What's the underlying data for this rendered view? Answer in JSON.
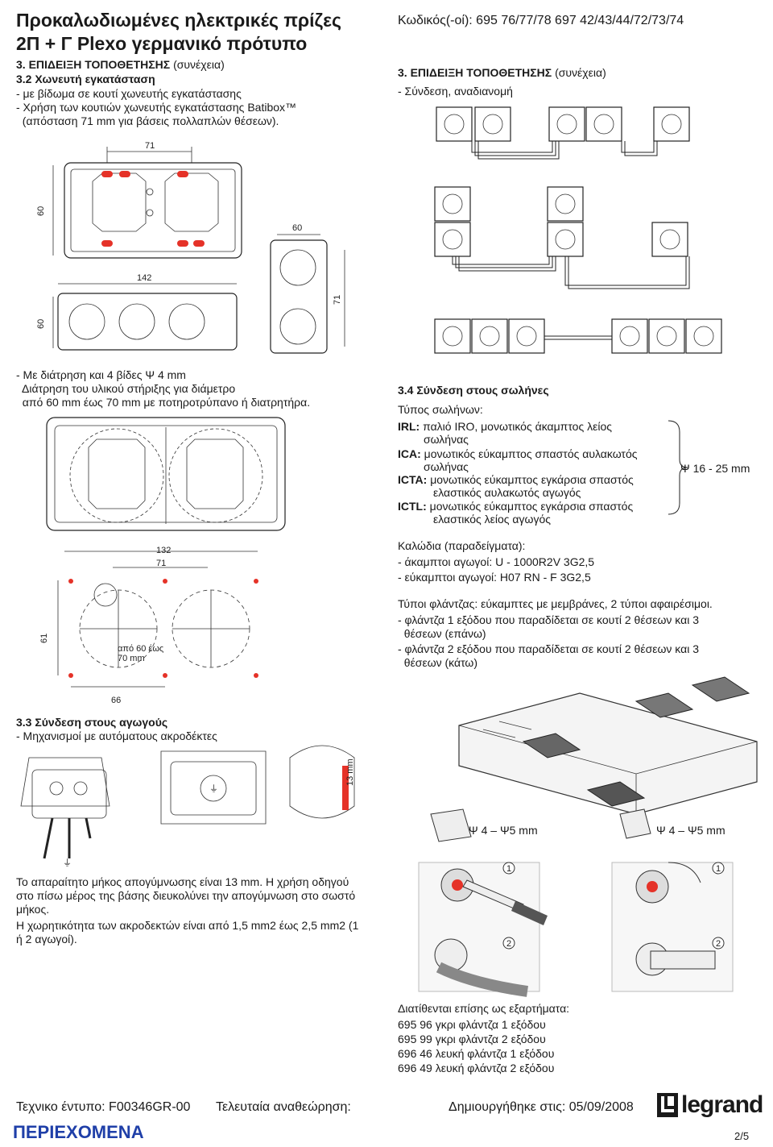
{
  "header": {
    "title_line1": "Προκαλωδιωμένες ηλεκτρικές πρίζες",
    "title_line2": "2Π + Γ Plexo γερμανικό πρότυπο",
    "codes": "Κωδικός(-οί): 695 76/77/78   697 42/43/44/72/73/74"
  },
  "left": {
    "sec3_title": "3. ΕΠΙΔΕΙΞΗ ΤΟΠΟΘΕΤΗΣΗΣ",
    "sec3_cont": "(συνέχεια)",
    "sec32_title": "3.2 Χωνευτή εγκατάσταση",
    "sec32_lines": [
      "- με βίδωμα σε κουτί χωνευτής εγκατάστασης",
      "- Χρήση των κουτιών χωνευτής εγκατάστασης Batibox™",
      "  (απόσταση 71 mm για βάσεις πολλαπλών θέσεων)."
    ],
    "dims": {
      "d71": "71",
      "d60a": "60",
      "d60b": "60",
      "d142": "142",
      "d60c": "60",
      "d71b": "71"
    },
    "drill_lines": [
      "- Με διάτρηση και 4 βίδες Ψ 4 mm",
      "  Διάτρηση του υλικού στήριξης για διάμετρο",
      "  από 60 mm έως 70 mm με ποτηροτρύπανο ή διατρητήρα."
    ],
    "drill_dims": {
      "d132": "132",
      "d71": "71",
      "d61": "61",
      "d66": "66",
      "range1": "από 60 έως",
      "range2": "70 mm"
    },
    "sec33_title": "3.3 Σύνδεση στους αγωγούς",
    "sec33_sub": "- Μηχανισμοί με αυτόματους ακροδέκτες",
    "strip_label": "13 mm",
    "strip_text": [
      "Το απαραίτητο μήκος απογύμνωσης είναι 13 mm. Η χρήση οδηγού",
      "στο πίσω μέρος της βάσης διευκολύνει την απογύμνωση στο σωστό",
      "μήκος.",
      "Η χωρητικότητα των ακροδεκτών είναι από 1,5 mm2 έως 2,5 mm2 (1",
      "ή 2 αγωγοί)."
    ]
  },
  "right": {
    "sec3_title": "3. ΕΠΙΔΕΙΞΗ ΤΟΠΟΘΕΤΗΣΗΣ",
    "sec3_cont": "(συνέχεια)",
    "sub": "- Σύνδεση, αναδιανομή",
    "sec34_title": "3.4 Σύνδεση στους σωλήνες",
    "tube_types": "Τύπος σωλήνων:",
    "tubes": [
      {
        "code": "IRL:",
        "l1": "παλιό IRO, μονωτικός άκαμπτος λείος",
        "l2": "σωλήνας"
      },
      {
        "code": "ICA:",
        "l1": "μονωτικός εύκαμπτος σπαστός αυλακωτός",
        "l2": "σωλήνας"
      },
      {
        "code": "ICTA:",
        "l1": "μονωτικός εύκαμπτος εγκάρσια σπαστός",
        "l2": "ελαστικός αυλακωτός αγωγός"
      },
      {
        "code": "ICTL:",
        "l1": "μονωτικός εύκαμπτος εγκάρσια σπαστός",
        "l2": "ελαστικός λείος αγωγός"
      }
    ],
    "tube_range": "Ψ 16 - 25 mm",
    "cables_title": "Καλώδια (παραδείγματα):",
    "cables": [
      "- άκαμπτοι αγωγοί: U - 1000R2V 3G2,5",
      "- εύκαμπτοι αγωγοί: H07 RN - F 3G2,5"
    ],
    "gland_lines": [
      "Τύποι φλάντζας: εύκαμπτες με μεμβράνες, 2 τύποι αφαιρέσιμοι.",
      "- φλάντζα 1 εξόδου που παραδίδεται σε κουτί 2 θέσεων και 3",
      "  θέσεων (επάνω)",
      "- φλάντζα 2 εξόδου που παραδίδεται σε κουτί 2 θέσεων και 3",
      "  θέσεων (κάτω)"
    ],
    "dia_left": "Ψ 4 – Ψ5 mm",
    "dia_right": "Ψ 4 – Ψ5 mm",
    "step1": "1",
    "step2": "2",
    "acc_title": "Διατίθενται επίσης ως εξαρτήματα:",
    "accessories": [
      "695 96 γκρι φλάντζα 1 εξόδου",
      "695 99 γκρι φλάντζα 2 εξόδου",
      "696 46 λευκή φλάντζα 1 εξόδου",
      "696 49 λευκή φλάντζα 2 εξόδου"
    ]
  },
  "footer": {
    "doc": "Τεχνικο έντυπο: F00346GR-00",
    "rev": "Τελευταία αναθεώρηση:",
    "created": "Δημιουργήθηκε στις: 05/09/2008",
    "brand": "legrand",
    "contents": "ΠΕΡΙΕΧΟΜΕΝΑ",
    "page": "2/5"
  },
  "colors": {
    "accent_red": "#e53228",
    "contents_blue": "#1f3fa8"
  }
}
